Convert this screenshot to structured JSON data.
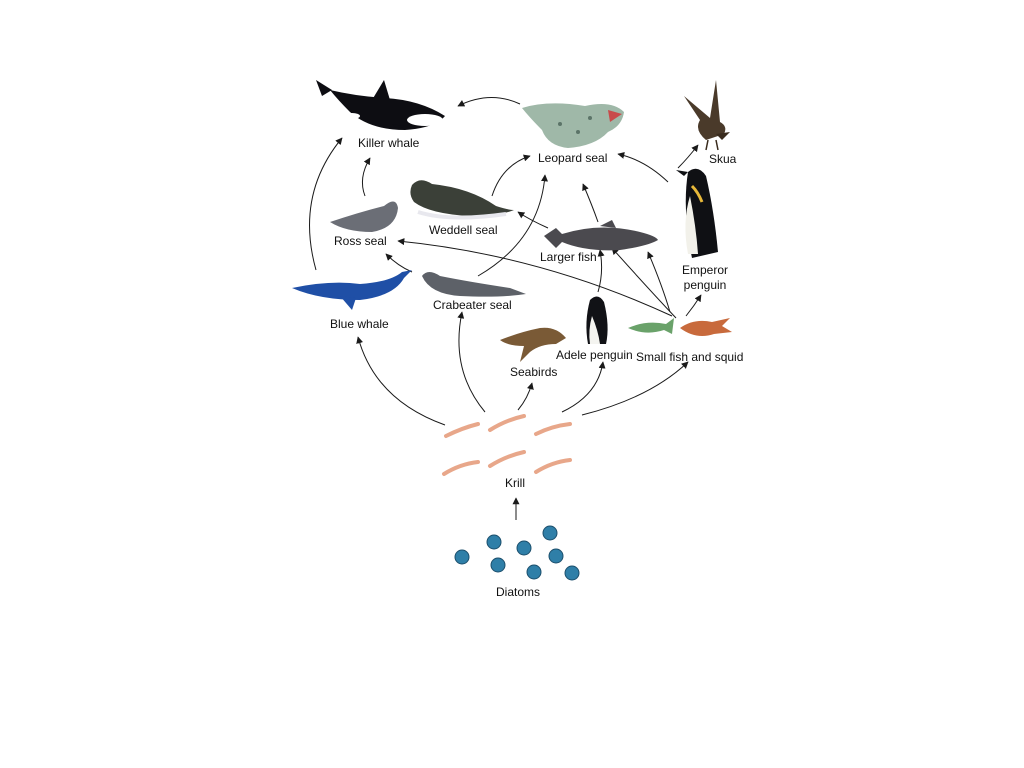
{
  "diagram": {
    "organisms": {
      "killer_whale": "Killer whale",
      "leopard_seal": "Leopard seal",
      "skua": "Skua",
      "weddell_seal": "Weddell seal",
      "ross_seal": "Ross seal",
      "larger_fish": "Larger fish",
      "emperor_penguin_line1": "Emperor",
      "emperor_penguin_line2": "penguin",
      "blue_whale": "Blue whale",
      "crabeater_seal": "Crabeater seal",
      "adele_penguin": "Adele penguin",
      "small_fish_and_squid": "Small fish and squid",
      "seabirds": "Seabirds",
      "krill": "Krill",
      "diatoms": "Diatoms"
    },
    "colors": {
      "arrow": "#1a1a1a",
      "orca_black": "#0d0d12",
      "leopard_seal": "#9fb8a8",
      "blue_whale": "#1f4fa6",
      "krill": "#e8a78a",
      "diatom": "#2f7fa8"
    }
  }
}
